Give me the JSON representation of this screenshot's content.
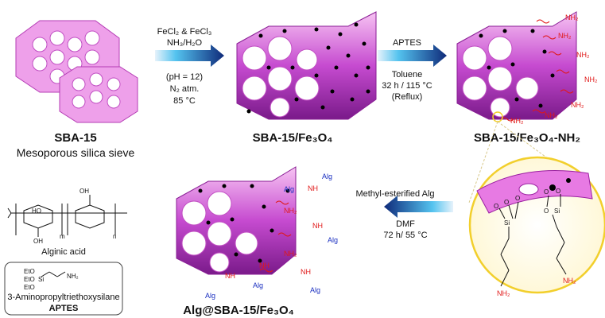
{
  "step1": {
    "line1": "FeCl₂ & FeCl₃",
    "line2": "NH₃/H₂O",
    "line3": "(pH = 12)",
    "line4": "N₂ atm.",
    "line5": "85 °C"
  },
  "step2": {
    "top": "APTES",
    "line1": "Toluene",
    "line2": "32 h / 115 °C",
    "line3": "(Reflux)"
  },
  "step3": {
    "top": "Methyl-esterified Alg",
    "line1": "DMF",
    "line2": "72 h/ 55 °C"
  },
  "products": {
    "sba15_name": "SBA-15",
    "sba15_desc": "Mesoporous silica sieve",
    "sba_fe3o4": "SBA-15/Fe₃O₄",
    "sba_fe3o4_nh2": "SBA-15/Fe₃O₄-NH₂",
    "alg_sba_fe3o4": "Alg@SBA-15/Fe₃O₄"
  },
  "groups": {
    "nh2": "NH₂",
    "nh": "NH",
    "alg": "Alg",
    "o": "O",
    "si": "Si",
    "oh": "OH",
    "m": "m",
    "n": "n",
    "eto": "EtO",
    "ho": "HO"
  },
  "alginate": {
    "name": "Alginic acid"
  },
  "aptes": {
    "full_name": "3-Aminopropyltriethoxysilane",
    "abbrev": "APTES"
  },
  "colors": {
    "silica": "#e77ae3",
    "silica_dark": "#9a1fa0",
    "arrow": "#0f2a7a",
    "amine": "#e01818",
    "alginate": "#1a2fc0",
    "zoom_circle": "#f2cf2c"
  }
}
